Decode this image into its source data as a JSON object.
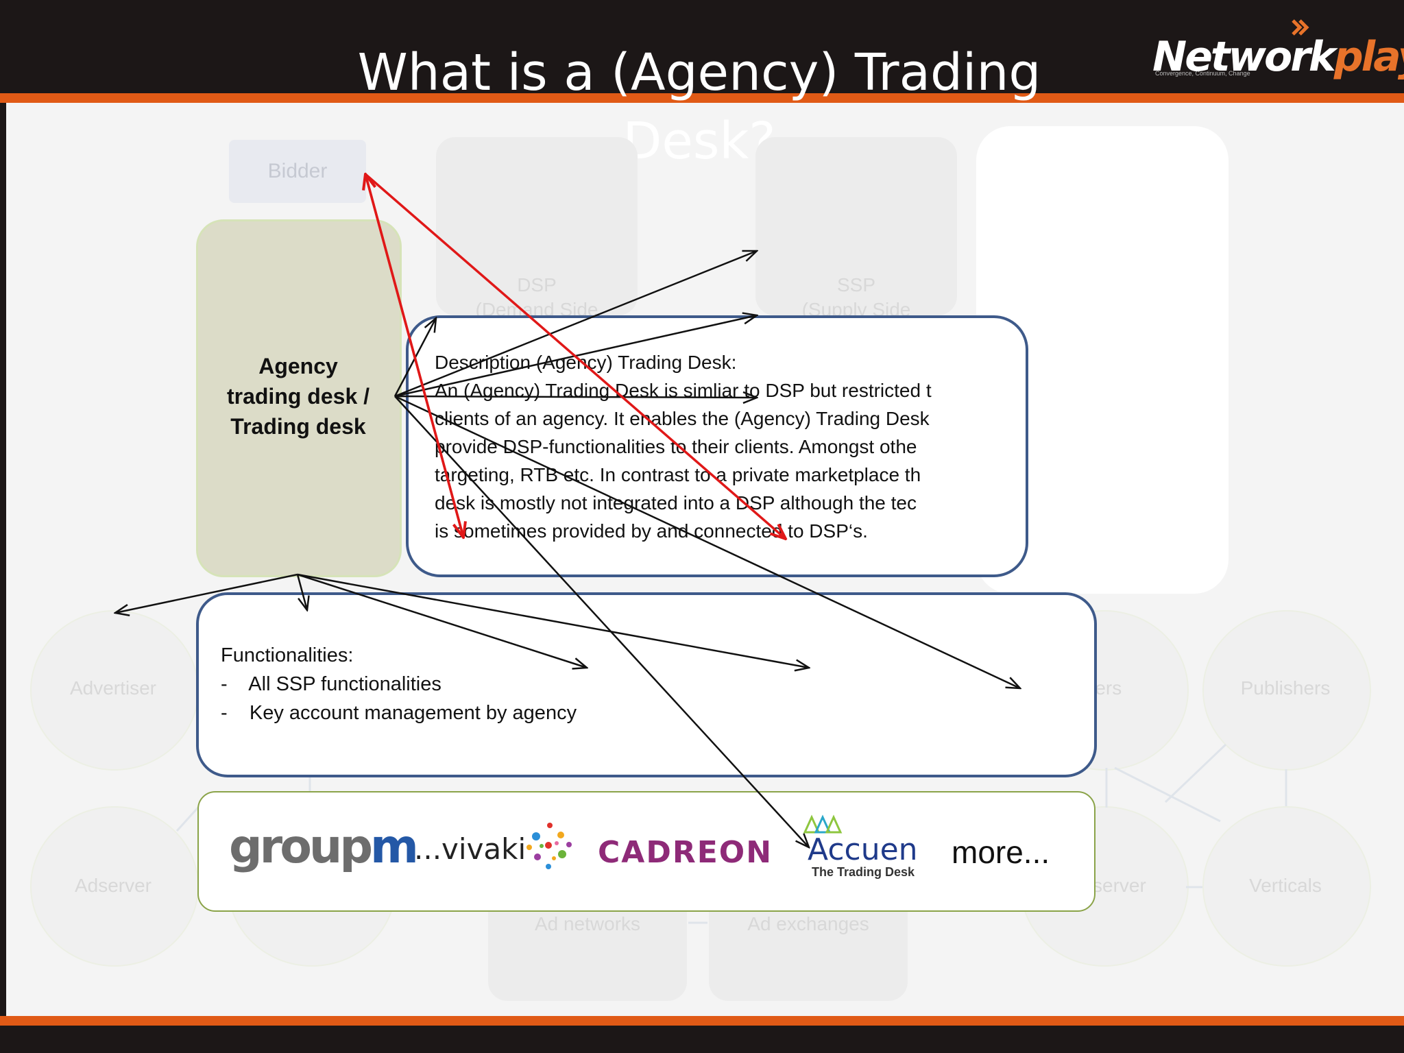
{
  "slide": {
    "title": "What is a (Agency) Trading Desk?"
  },
  "logo": {
    "brand_white": "Network",
    "brand_orange": "play",
    "tagline": "Convergence, Continuum, Change"
  },
  "background_labels": {
    "bidder": "Bidder",
    "dsp": "DSP",
    "dsp_sub": "(Demand Side",
    "ssp": "SSP",
    "ssp_sub": "(Supply Side",
    "advertiser": "Advertiser",
    "adserver_left": "Adserver",
    "marketers": "keters",
    "publishers": "Publishers",
    "adserver_right": "server",
    "verticals": "Verticals",
    "ad_networks": "Ad networks",
    "ad_exchanges": "Ad exchanges"
  },
  "agency_box": {
    "line1": "Agency",
    "line2": "trading desk /",
    "line3": "Trading desk"
  },
  "description": {
    "heading": "Description (Agency) Trading Desk:",
    "lines": [
      "An (Agency) Trading Desk is  simliar to DSP but restricted t",
      "clients of an agency.  It enables the (Agency) Trading Desk",
      "provide DSP-functionalities to their clients. Amongst othe",
      "targeting, RTB etc. In contrast to a  private marketplace th",
      "desk is mostly not integrated into a DSP although  the tec",
      "is  sometimes provided by and connected to DSP‘s."
    ]
  },
  "functionalities": {
    "heading": "Functionalities:",
    "items": [
      "-    All SSP functionalities",
      "-    Key account management by agency"
    ]
  },
  "examples": {
    "groupm_a": "group",
    "groupm_b": "m",
    "vivaki": "...vivaki",
    "cadreon": "CADREON",
    "accuen": "Accuen",
    "accuen_sub": "The Trading Desk",
    "more": "more..."
  },
  "colors": {
    "header_dark": "#1c1717",
    "accent_orange": "#e05a16",
    "box_border_blue": "#3e5a8a",
    "agency_fill": "#dcdcc8",
    "arrow_red": "#e01818",
    "arrow_black": "#111111"
  }
}
